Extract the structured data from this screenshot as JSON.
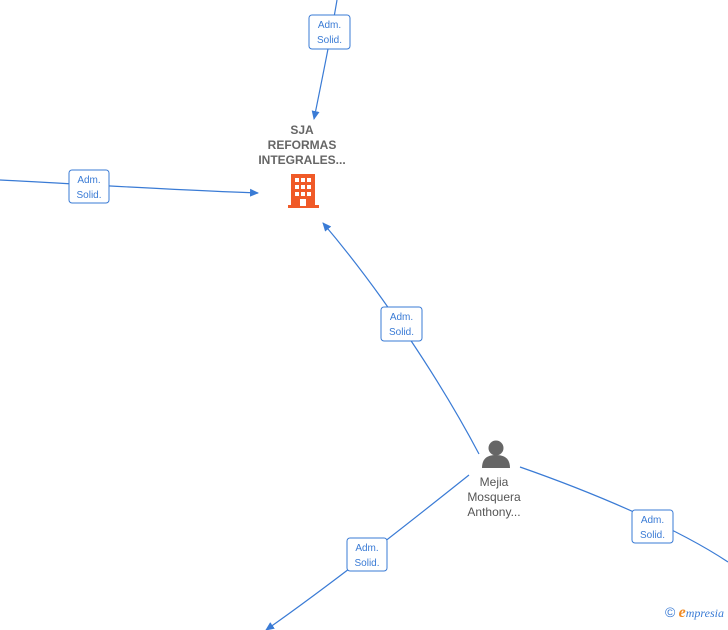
{
  "nodes": {
    "company": {
      "line1": "SJA",
      "line2": "REFORMAS",
      "line3": "INTEGRALES...",
      "icon": "building-icon",
      "color": "#f05a28"
    },
    "person": {
      "line1": "Mejia",
      "line2": "Mosquera",
      "line3": "Anthony...",
      "icon": "person-icon",
      "color": "#666666"
    }
  },
  "edge_labels": {
    "top": {
      "line1": "Adm.",
      "line2": "Solid."
    },
    "left": {
      "line1": "Adm.",
      "line2": "Solid."
    },
    "center": {
      "line1": "Adm.",
      "line2": "Solid."
    },
    "bottom_left": {
      "line1": "Adm.",
      "line2": "Solid."
    },
    "bottom_right": {
      "line1": "Adm.",
      "line2": "Solid."
    }
  },
  "footer": {
    "copyright_symbol": "©",
    "brand_initial": "e",
    "brand_rest": "mpresia"
  },
  "colors": {
    "edge": "#3a7bd5",
    "brand_orange": "#f08a24"
  }
}
